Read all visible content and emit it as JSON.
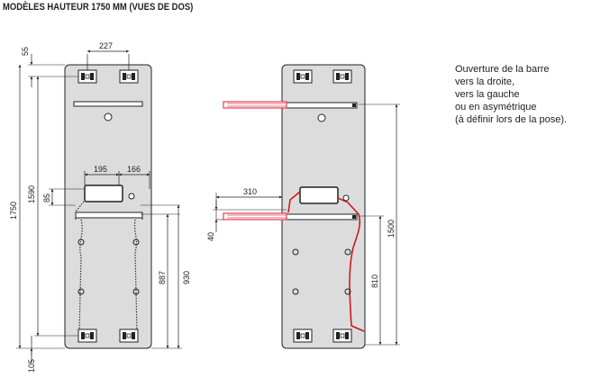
{
  "title": "MODÈLES HAUTEUR 1750 MM (VUES DE DOS)",
  "notes": [
    "Ouverture de la barre",
    "vers la droite,",
    "vers la gauche",
    "ou en asymétrique",
    "(à définir lors de la pose)."
  ],
  "left_view": {
    "dim_top_offset": "55",
    "dim_bracket_spacing": "227",
    "dim_total_height": "1750",
    "dim_height_1590": "1590",
    "dim_85": "85",
    "dim_195": "195",
    "dim_166": "166",
    "dim_887": "887",
    "dim_930": "930",
    "dim_bottom_offset": "105"
  },
  "right_view": {
    "dim_310": "310",
    "dim_40": "40",
    "dim_1500": "1500",
    "dim_810": "810"
  },
  "colors": {
    "panel": "#dcdcdc",
    "outline": "#222222",
    "towel_bar": "#e04050",
    "cable": "#d01010"
  }
}
